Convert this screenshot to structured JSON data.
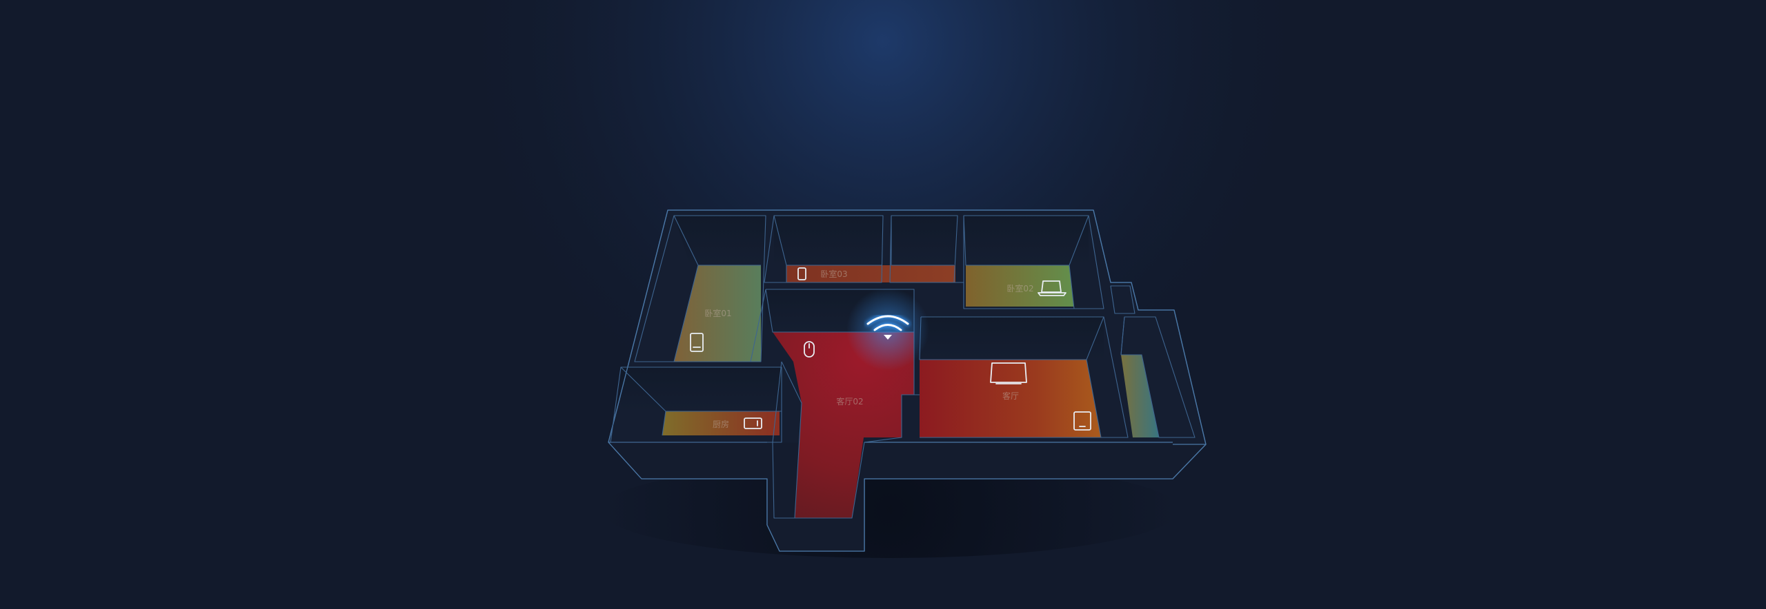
{
  "rooms": {
    "bedroom01": "卧室01",
    "bedroom03": "卧室03",
    "bedroom02": "卧室02",
    "living_room02": "客厅02",
    "living_room": "客厅",
    "kitchen": "厨房"
  },
  "icons": {
    "router": "wifi-signal-icon",
    "bedroom01_device": "phone-icon",
    "bedroom03_device": "phone-icon",
    "bedroom02_device": "laptop-icon",
    "living_room02_device": "mouse-icon",
    "living_room_device_1": "tv-icon",
    "living_room_device_2": "tablet-icon",
    "kitchen_device": "tablet-icon"
  },
  "colors": {
    "background": "#121a2c",
    "wall_outline": "#4a77a6",
    "signal_strong": "#9b1a22",
    "signal_medium": "#b56a1c",
    "signal_weak": "#6f9a55",
    "signal_poor": "#2f7f96",
    "wifi_glow": "#3b9cff"
  }
}
